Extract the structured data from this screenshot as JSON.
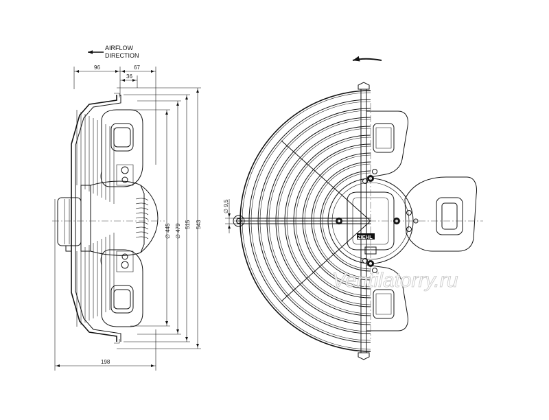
{
  "airflow": {
    "line1": "AIRFLOW",
    "line2": "DIRECTION"
  },
  "dimensions": {
    "top_96": "96",
    "top_67": "67",
    "top_36": "36",
    "bottom_198": "198",
    "dia_445": "∅ 445",
    "dia_479": "∅ 479",
    "dia_515": "515",
    "dia_543": "543",
    "hole_9_5": "∅ 9,5"
  },
  "motor_label": "ZIEHL",
  "watermark": "Ventilatorry.ru"
}
